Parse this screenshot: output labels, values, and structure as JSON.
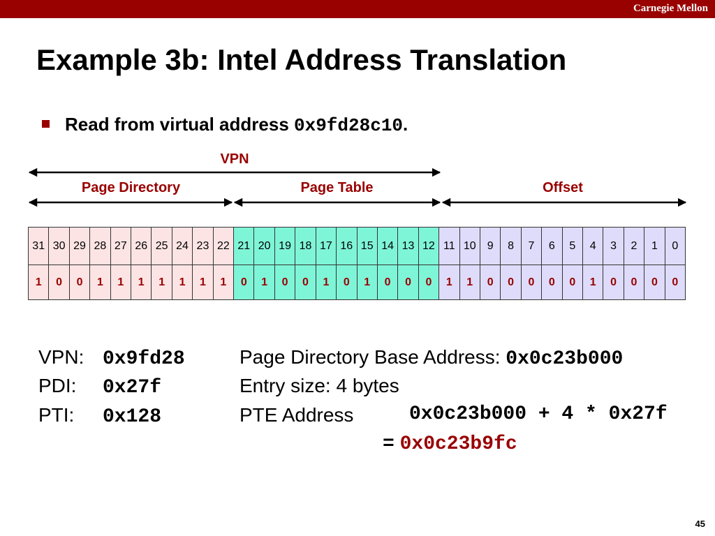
{
  "header": {
    "brand": "Carnegie Mellon"
  },
  "title": "Example 3b: Intel Address Translation",
  "bullet": {
    "text": "Read from virtual address ",
    "address": "0x9fd28c10",
    "suffix": "."
  },
  "labels": {
    "vpn": "VPN",
    "page_directory": "Page Directory",
    "page_table": "Page Table",
    "offset": "Offset"
  },
  "bit_indices": [
    "31",
    "30",
    "29",
    "28",
    "27",
    "26",
    "25",
    "24",
    "23",
    "22",
    "21",
    "20",
    "19",
    "18",
    "17",
    "16",
    "15",
    "14",
    "13",
    "12",
    "11",
    "10",
    "9",
    "8",
    "7",
    "6",
    "5",
    "4",
    "3",
    "2",
    "1",
    "0"
  ],
  "bit_values": [
    "1",
    "0",
    "0",
    "1",
    "1",
    "1",
    "1",
    "1",
    "1",
    "1",
    "0",
    "1",
    "0",
    "0",
    "1",
    "0",
    "1",
    "0",
    "0",
    "0",
    "1",
    "1",
    "0",
    "0",
    "0",
    "0",
    "0",
    "1",
    "0",
    "0",
    "0",
    "0"
  ],
  "left_info": [
    {
      "label": "VPN:",
      "value": "0x9fd28"
    },
    {
      "label": "PDI:",
      "value": "0x27f"
    },
    {
      "label": "PTI:",
      "value": "0x128"
    }
  ],
  "right_info": {
    "base_label": "Page Directory Base Address:",
    "base_value": "0x0c23b000",
    "entry_size": "Entry size: 4 bytes",
    "pte_label": "PTE Address",
    "pte_expr": "0x0c23b000 + 4 * 0x27f",
    "eq": "=",
    "pte_result": "0x0c23b9fc"
  },
  "colors": {
    "accent": "#990000",
    "page_directory_bg": "#fde4e4",
    "page_table_bg": "#7ff5d8",
    "offset_bg": "#dedcfa"
  },
  "slide_number": "45"
}
